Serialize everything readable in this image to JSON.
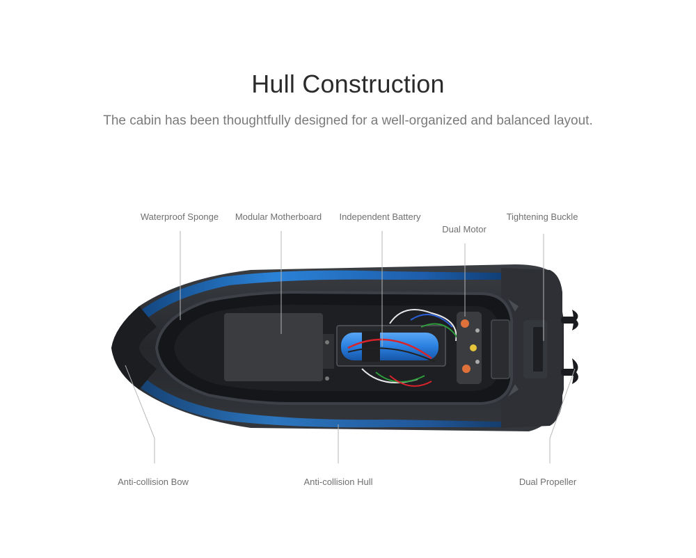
{
  "header": {
    "title": "Hull Construction",
    "subtitle": "The cabin has been thoughtfully designed for a well-organized and balanced layout."
  },
  "callouts": {
    "waterproof_sponge": "Waterproof Sponge",
    "modular_motherboard": "Modular Motherboard",
    "independent_battery": "Independent Battery",
    "dual_motor": "Dual Motor",
    "tightening_buckle": "Tightening Buckle",
    "anti_collision_bow": "Anti-collision Bow",
    "anti_collision_hull": "Anti-collision Hull",
    "dual_propeller": "Dual Propeller"
  },
  "colors": {
    "hull_dark": "#2a2c30",
    "hull_accent_blue": "#1f6fc4",
    "battery_blue": "#2a7fe0"
  }
}
